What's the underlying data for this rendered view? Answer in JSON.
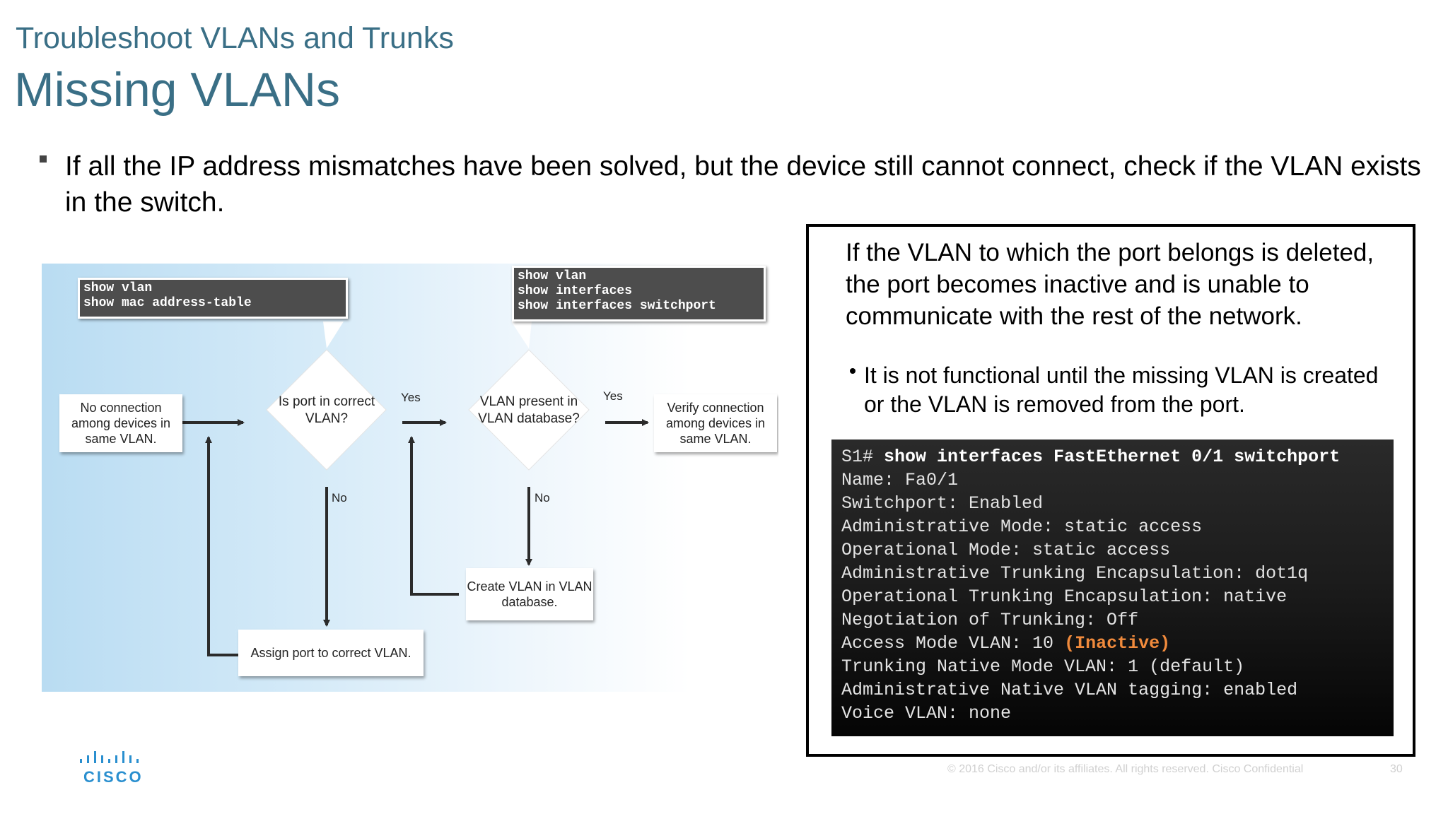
{
  "header": {
    "subtitle": "Troubleshoot VLANs and Trunks",
    "title": "Missing VLANs"
  },
  "bullet": "If all the IP address mismatches have been solved, but the device still cannot connect, check if the VLAN exists in the switch.",
  "flowchart": {
    "cmd_left": "show vlan\nshow mac address-table",
    "cmd_right": "show vlan\nshow interfaces\nshow interfaces switchport",
    "start": "No connection among devices in same VLAN.",
    "decision1": "Is port in correct VLAN?",
    "decision2": "VLAN present in VLAN database?",
    "end": "Verify connection among devices in same VLAN.",
    "assign": "Assign port to correct VLAN.",
    "create": "Create VLAN in VLAN database.",
    "yes": "Yes",
    "no": "No"
  },
  "panel": {
    "text": "If the VLAN to which the port belongs is deleted, the port becomes inactive and is unable to communicate with the rest of the network.",
    "sub": "It is not functional until the missing VLAN is created or the VLAN is removed from the port.",
    "terminal": {
      "prompt": "S1# ",
      "command": "show interfaces FastEthernet 0/1 switchport",
      "l1": "Name: Fa0/1",
      "l2": "Switchport: Enabled",
      "l3": "Administrative Mode: static access",
      "l4": "Operational Mode: static access",
      "l5": "Administrative Trunking Encapsulation: dot1q",
      "l6": "Operational Trunking Encapsulation: native",
      "l7": "Negotiation of Trunking: Off",
      "l8": "Access Mode VLAN: 10 ",
      "l8_status": "(Inactive)",
      "l9": "Trunking Native Mode VLAN: 1 (default)",
      "l10": "Administrative Native VLAN tagging: enabled",
      "l11": "Voice VLAN: none"
    },
    "inactive_color": "#f08a3c"
  },
  "footer": {
    "logo": "CISCO",
    "copyright": "© 2016  Cisco and/or its affiliates. All rights reserved.   Cisco Confidential",
    "page": "30"
  }
}
